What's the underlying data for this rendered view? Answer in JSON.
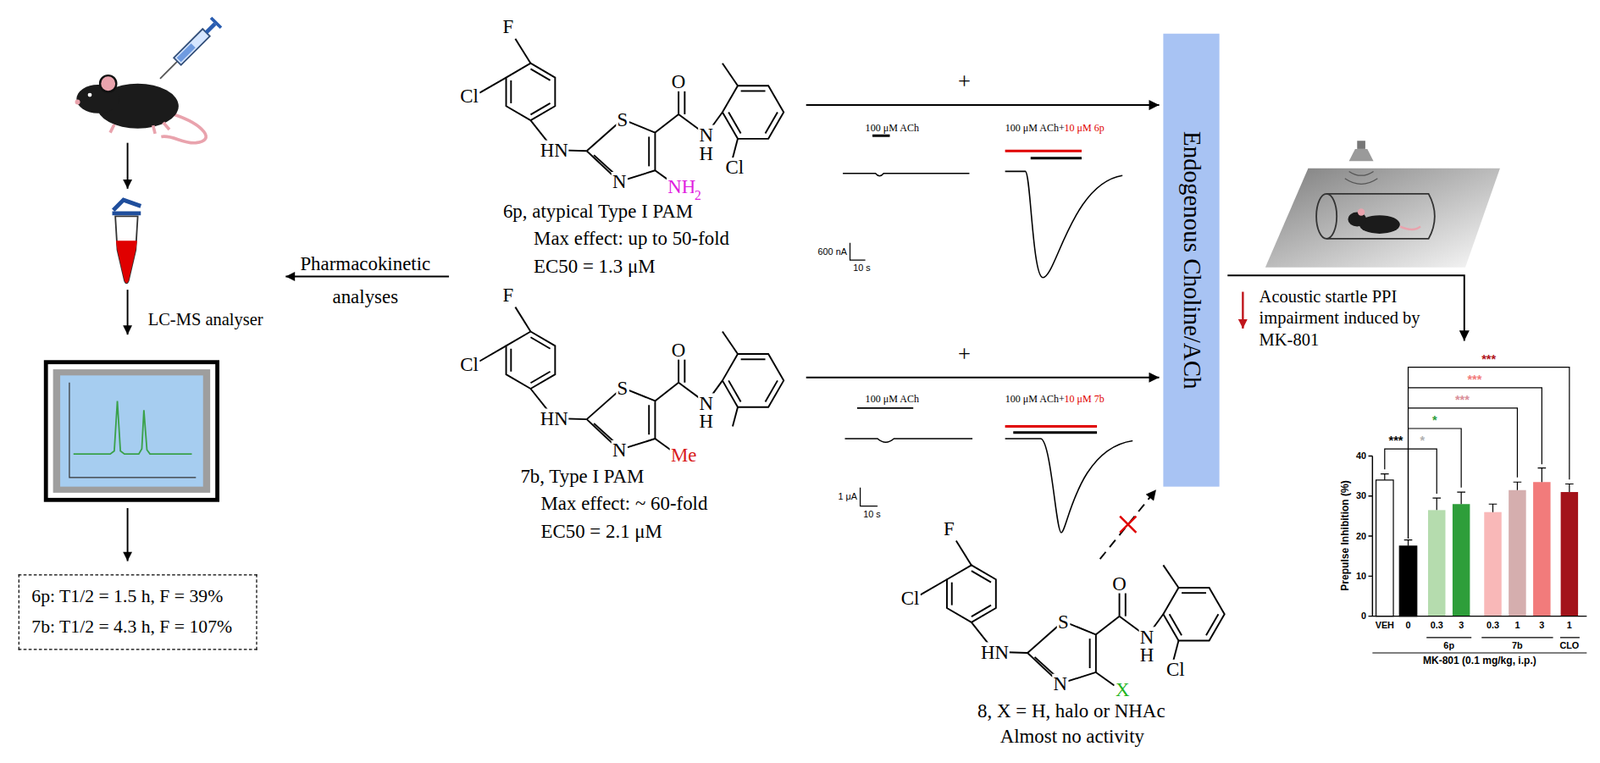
{
  "diagram": {
    "nodes": [
      {
        "text": [
          "6p: T1/2 = 1.5 h, F = 39%",
          "7b: T1/2 = 4.3 h, F = 107%"
        ]
      },
      {
        "text": [
          "6p, atypical Type I PAM",
          "Max effect: up to 50-fold",
          "EC50 = 1.3 μM"
        ]
      },
      {
        "text": [
          "7b, Type I PAM",
          "Max effect: ~ 60-fold",
          "EC50 = 2.1 μM"
        ]
      },
      {
        "text": [
          "8, X = H, halo or NHAc",
          "Almost no activity"
        ]
      },
      {
        "text": [
          "Endogenous Choline/ACh"
        ]
      },
      {
        "text": [
          "MK-801 (0.1 mg/kg, i.p.)"
        ]
      }
    ],
    "edges": [
      {
        "from": 1,
        "to": 4,
        "arrow": "to",
        "label": "+"
      },
      {
        "from": 2,
        "to": 4,
        "arrow": "to",
        "label": "+"
      },
      {
        "from": 3,
        "to": 4,
        "arrow": "to"
      },
      {
        "from": 4,
        "to": 5,
        "arrow": "to",
        "label": "Acoustic startle PPI impairment induced by MK-801"
      }
    ],
    "labels": [
      "LC-MS analyser",
      "Pharmacokinetic analyses",
      "F",
      "Cl",
      "HN",
      "S",
      "N",
      "O",
      "N",
      "H",
      "NH",
      "2",
      "Cl",
      "F",
      "Cl",
      "HN",
      "S",
      "N",
      "O",
      "N",
      "H",
      "Me",
      "F",
      "Cl",
      "HN",
      "S",
      "N",
      "O",
      "N",
      "H",
      "X",
      "Cl",
      "100 μM ACh",
      "100 μM ACh+",
      "10 μM 6p",
      "600 nA",
      "10 s",
      "100 μM ACh",
      "100 μM ACh+",
      "10 μM 7b",
      "1 μA",
      "10 s",
      "40",
      "30",
      "20",
      "10",
      "0",
      "Prepulse Inhibition (%)",
      "VEH",
      "0",
      "0.3",
      "3",
      "0.3",
      "1",
      "3",
      "1",
      "6p",
      "7b",
      "CLO",
      "***",
      "***",
      "***",
      "*",
      "*",
      "***"
    ]
  }
}
